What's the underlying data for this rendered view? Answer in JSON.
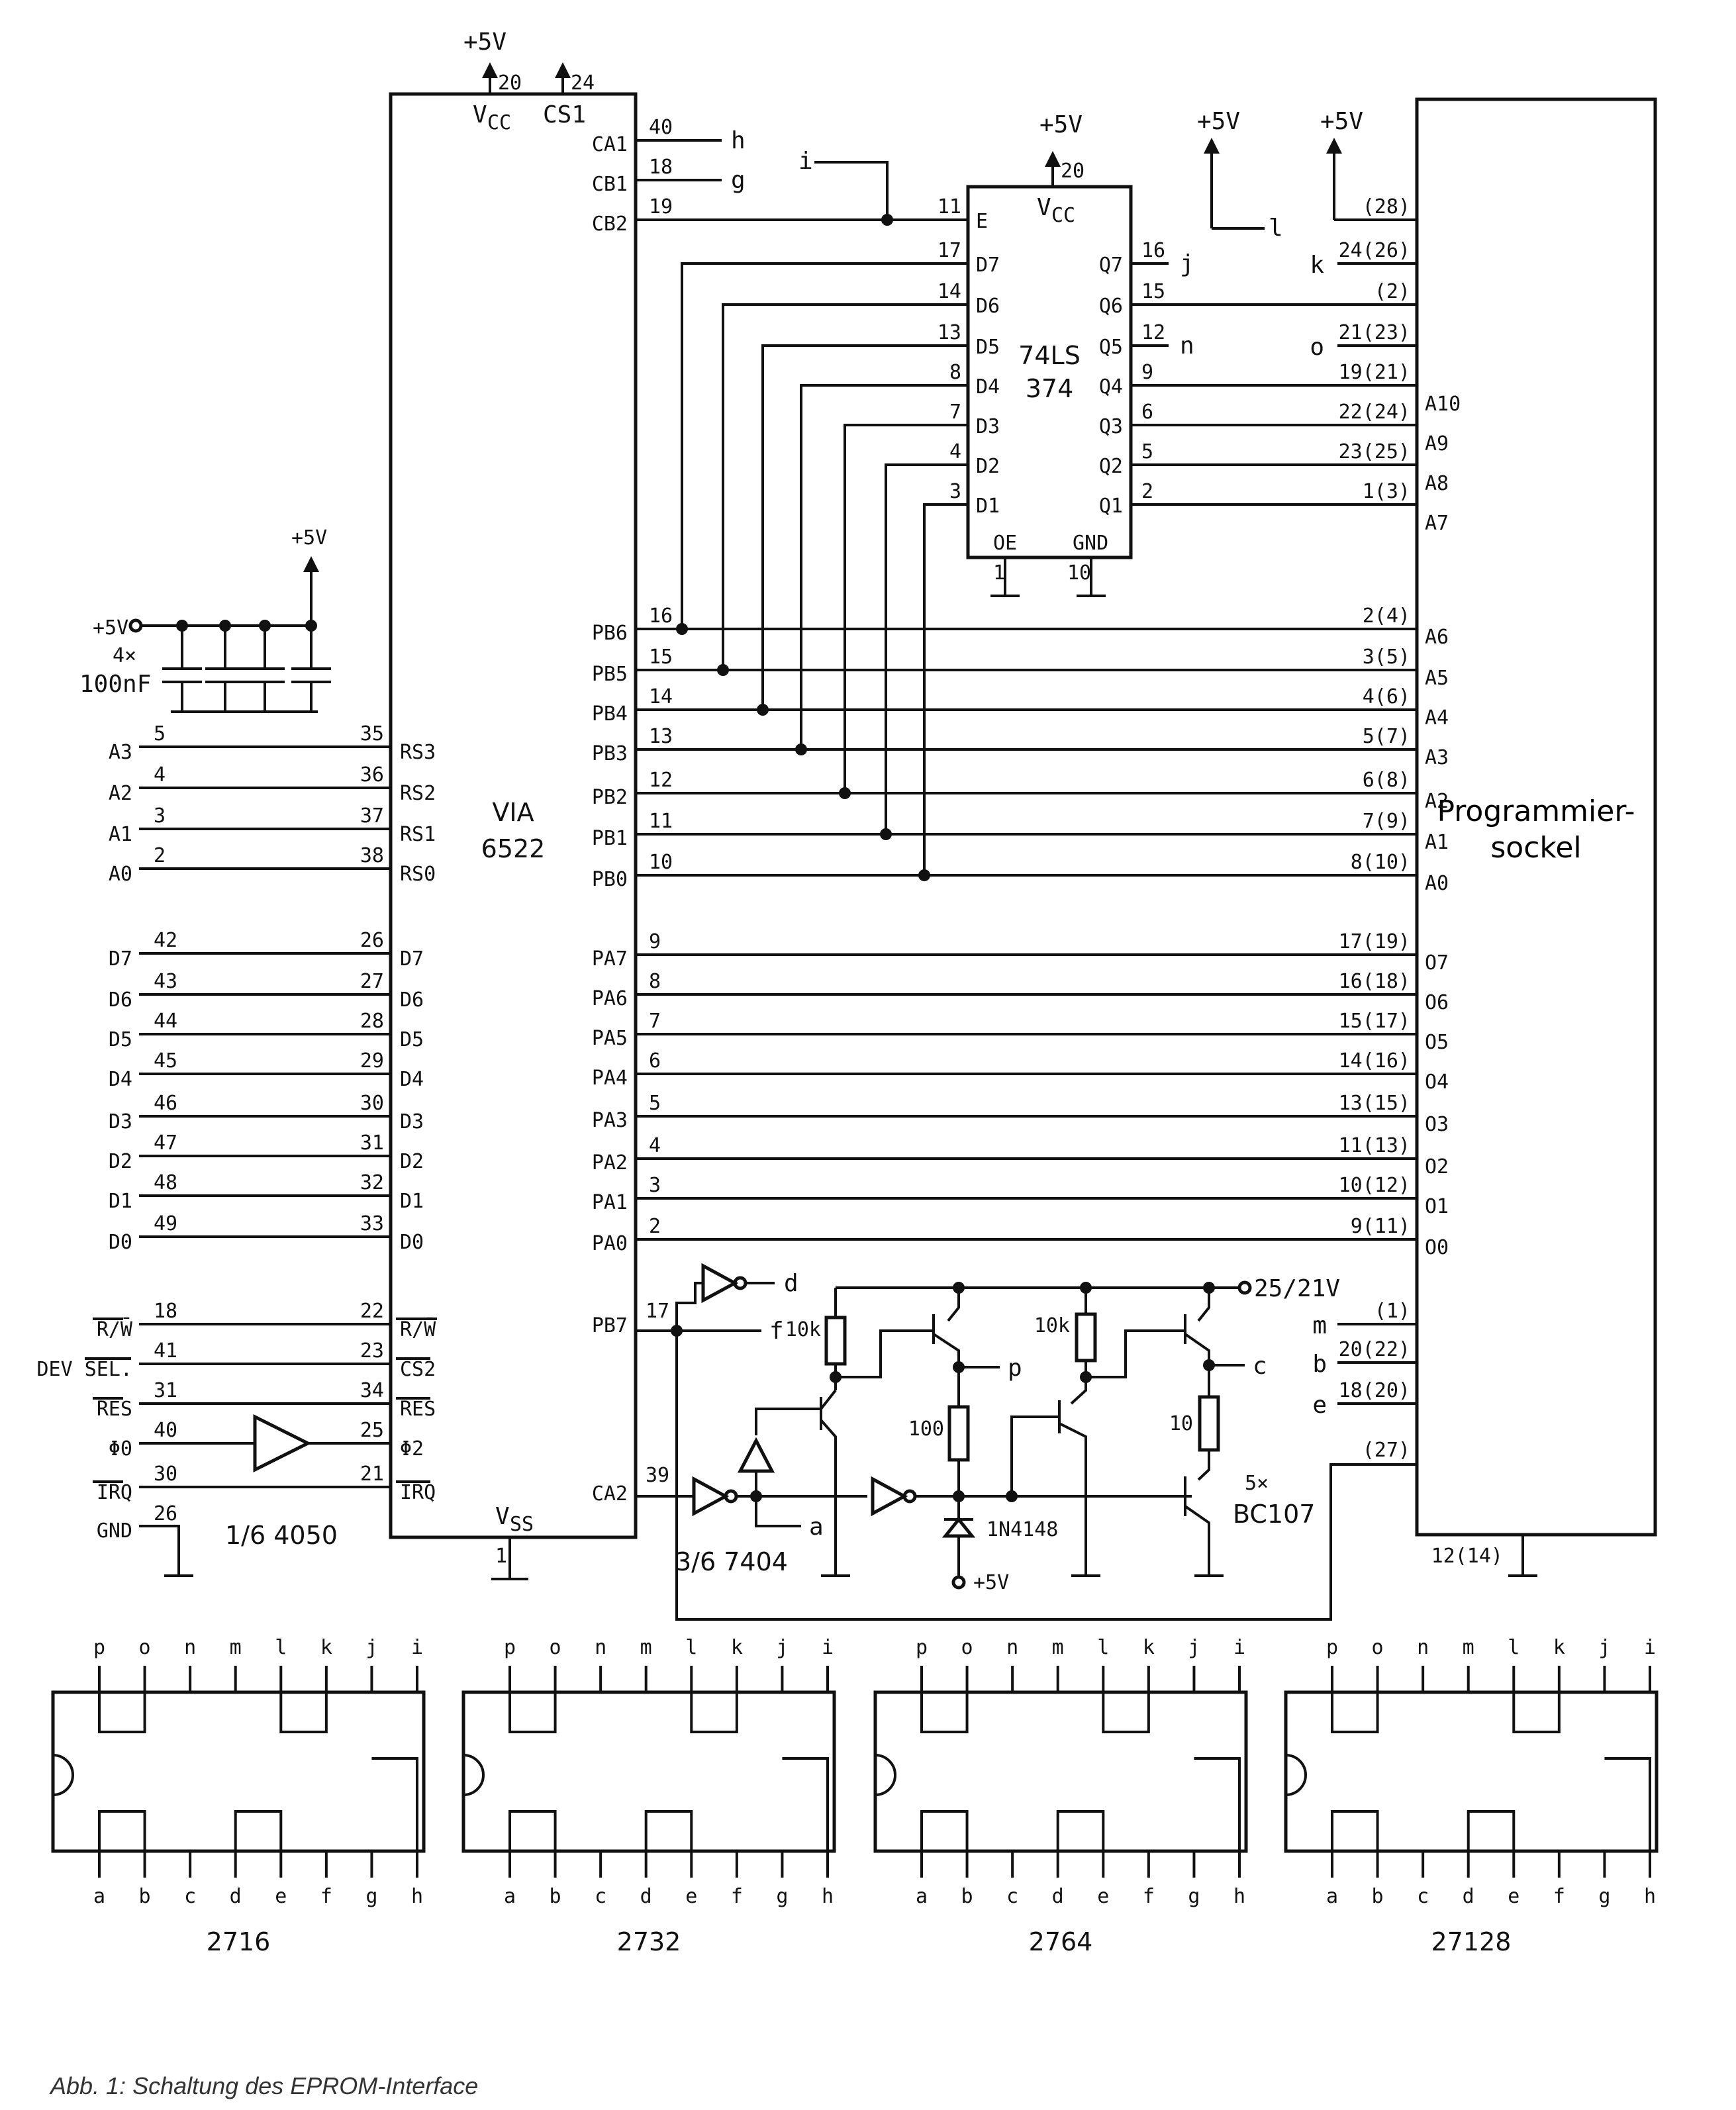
{
  "via": {
    "name": "VIA",
    "part": "6522",
    "vcc": "V",
    "vcc_sub": "CC",
    "cs1": "CS1",
    "vss": "V",
    "vss_sub": "SS",
    "vss_pin": "1",
    "pin20": "20",
    "pin24": "24",
    "supply": "+5V"
  },
  "via_right_top": [
    {
      "pin": "40",
      "label": "CA1",
      "net": "h"
    },
    {
      "pin": "18",
      "label": "CB1",
      "net": "g"
    },
    {
      "pin": "19",
      "label": "CB2",
      "net": ""
    }
  ],
  "via_left": [
    {
      "ext": "A3",
      "pin_ext": "5",
      "pin": "35",
      "label": "RS3"
    },
    {
      "ext": "A2",
      "pin_ext": "4",
      "pin": "36",
      "label": "RS2"
    },
    {
      "ext": "A1",
      "pin_ext": "3",
      "pin": "37",
      "label": "RS1"
    },
    {
      "ext": "A0",
      "pin_ext": "2",
      "pin": "38",
      "label": "RS0"
    },
    {
      "ext": "D7",
      "pin_ext": "42",
      "pin": "26",
      "label": "D7"
    },
    {
      "ext": "D6",
      "pin_ext": "43",
      "pin": "27",
      "label": "D6"
    },
    {
      "ext": "D5",
      "pin_ext": "44",
      "pin": "28",
      "label": "D5"
    },
    {
      "ext": "D4",
      "pin_ext": "45",
      "pin": "29",
      "label": "D4"
    },
    {
      "ext": "D3",
      "pin_ext": "46",
      "pin": "30",
      "label": "D3"
    },
    {
      "ext": "D2",
      "pin_ext": "47",
      "pin": "31",
      "label": "D2"
    },
    {
      "ext": "D1",
      "pin_ext": "48",
      "pin": "32",
      "label": "D1"
    },
    {
      "ext": "D0",
      "pin_ext": "49",
      "pin": "33",
      "label": "D0"
    },
    {
      "ext": "R/W̄",
      "pin_ext": "18",
      "pin": "22",
      "label": "R/W̄"
    },
    {
      "ext": "DEV SEL.",
      "pin_ext": "41",
      "pin": "23",
      "label": "CS2"
    },
    {
      "ext": "RES",
      "pin_ext": "31",
      "pin": "34",
      "label": "RES"
    },
    {
      "ext": "Φ0",
      "pin_ext": "40",
      "pin": "25",
      "label": "Φ2"
    },
    {
      "ext": "IRQ",
      "pin_ext": "30",
      "pin": "21",
      "label": "IRQ"
    }
  ],
  "gnd": {
    "label": "GND",
    "pin": "26",
    "buffer": "1/6 4050"
  },
  "caps": {
    "supply": "+5V",
    "count": "4×",
    "value": "100nF",
    "top": "+5V"
  },
  "latch": {
    "name": "74LS",
    "part": "374",
    "vcc": "V",
    "vcc_sub": "CC",
    "oe": "OE",
    "gnd": "GND",
    "oe_pin": "1",
    "gnd_pin": "10",
    "vcc_pin": "20",
    "supply": "+5V",
    "i": "i"
  },
  "latch_in": [
    {
      "pin": "11",
      "label": "E"
    },
    {
      "pin": "17",
      "label": "D7"
    },
    {
      "pin": "14",
      "label": "D6"
    },
    {
      "pin": "13",
      "label": "D5"
    },
    {
      "pin": "8",
      "label": "D4"
    },
    {
      "pin": "7",
      "label": "D3"
    },
    {
      "pin": "4",
      "label": "D2"
    },
    {
      "pin": "3",
      "label": "D1"
    }
  ],
  "latch_out": [
    {
      "pin": "16",
      "label": "Q7",
      "net": "j"
    },
    {
      "pin": "15",
      "label": "Q6",
      "net": ""
    },
    {
      "pin": "12",
      "label": "Q5",
      "net": "n"
    },
    {
      "pin": "9",
      "label": "Q4",
      "net": ""
    },
    {
      "pin": "6",
      "label": "Q3",
      "net": ""
    },
    {
      "pin": "5",
      "label": "Q2",
      "net": ""
    },
    {
      "pin": "2",
      "label": "Q1",
      "net": ""
    }
  ],
  "port_b": [
    {
      "label": "PB6",
      "pin": "16",
      "sock": "2(4)",
      "addr": "A6"
    },
    {
      "label": "PB5",
      "pin": "15",
      "sock": "3(5)",
      "addr": "A5"
    },
    {
      "label": "PB4",
      "pin": "14",
      "sock": "4(6)",
      "addr": "A4"
    },
    {
      "label": "PB3",
      "pin": "13",
      "sock": "5(7)",
      "addr": "A3"
    },
    {
      "label": "PB2",
      "pin": "12",
      "sock": "6(8)",
      "addr": "A2"
    },
    {
      "label": "PB1",
      "pin": "11",
      "sock": "7(9)",
      "addr": "A1"
    },
    {
      "label": "PB0",
      "pin": "10",
      "sock": "8(10)",
      "addr": "A0"
    }
  ],
  "port_a": [
    {
      "label": "PA7",
      "pin": "9",
      "sock": "17(19)",
      "data": "O7"
    },
    {
      "label": "PA6",
      "pin": "8",
      "sock": "16(18)",
      "data": "O6"
    },
    {
      "label": "PA5",
      "pin": "7",
      "sock": "15(17)",
      "data": "O5"
    },
    {
      "label": "PA4",
      "pin": "6",
      "sock": "14(16)",
      "data": "O4"
    },
    {
      "label": "PA3",
      "pin": "5",
      "sock": "13(15)",
      "data": "O3"
    },
    {
      "label": "PA2",
      "pin": "4",
      "sock": "11(13)",
      "data": "O2"
    },
    {
      "label": "PA1",
      "pin": "3",
      "sock": "10(12)",
      "data": "O1"
    },
    {
      "label": "PA0",
      "pin": "2",
      "sock": "9(11)",
      "data": "O0"
    }
  ],
  "socket": {
    "title1": "Programmier-",
    "title2": "sockel",
    "top": [
      {
        "net": "",
        "sock": "(28)",
        "addr": ""
      },
      {
        "net": "k",
        "sock": "24(26)",
        "addr": ""
      },
      {
        "net": "",
        "sock": "(2)",
        "addr": ""
      },
      {
        "net": "o",
        "sock": "21(23)",
        "addr": ""
      },
      {
        "net": "",
        "sock": "19(21)",
        "addr": "A10"
      },
      {
        "net": "",
        "sock": "22(24)",
        "addr": "A9"
      },
      {
        "net": "",
        "sock": "23(25)",
        "addr": "A8"
      },
      {
        "net": "",
        "sock": "1(3)",
        "addr": "A7"
      }
    ],
    "bottom_pins": [
      {
        "net": "m",
        "sock": "(1)"
      },
      {
        "net": "b",
        "sock": "20(22)"
      },
      {
        "net": "e",
        "sock": "18(20)"
      },
      {
        "net": "",
        "sock": "(27)"
      }
    ],
    "gnd_pin": "12(14)",
    "supplies": [
      "+5V",
      "+5V"
    ],
    "l": "l"
  },
  "driver": {
    "pb7": "PB7",
    "pb7_pin": "17",
    "ca2": "CA2",
    "ca2_pin": "39",
    "d": "d",
    "f": "f",
    "a": "a",
    "p": "p",
    "c": "c",
    "vpp": "25/21V",
    "r1": "10k",
    "r2": "10k",
    "r3": "100",
    "r4": "10",
    "diode": "1N4148",
    "plus5": "+5V",
    "inv": "3/6 7404",
    "trans_count": "5×",
    "trans": "BC107"
  },
  "jumpers": [
    {
      "part": "2716",
      "top": [
        "p",
        "o",
        "n",
        "m",
        "l",
        "k",
        "j",
        "i"
      ],
      "bottom": [
        "a",
        "b",
        "c",
        "d",
        "e",
        "f",
        "g",
        "h"
      ]
    },
    {
      "part": "2732",
      "top": [
        "p",
        "o",
        "n",
        "m",
        "l",
        "k",
        "j",
        "i"
      ],
      "bottom": [
        "a",
        "b",
        "c",
        "d",
        "e",
        "f",
        "g",
        "h"
      ]
    },
    {
      "part": "2764",
      "top": [
        "p",
        "o",
        "n",
        "m",
        "l",
        "k",
        "j",
        "i"
      ],
      "bottom": [
        "a",
        "b",
        "c",
        "d",
        "e",
        "f",
        "g",
        "h"
      ]
    },
    {
      "part": "27128",
      "top": [
        "p",
        "o",
        "n",
        "m",
        "l",
        "k",
        "j",
        "i"
      ],
      "bottom": [
        "a",
        "b",
        "c",
        "d",
        "e",
        "f",
        "g",
        "h"
      ]
    }
  ],
  "caption": "Abb. 1: Schaltung des EPROM-Interface"
}
